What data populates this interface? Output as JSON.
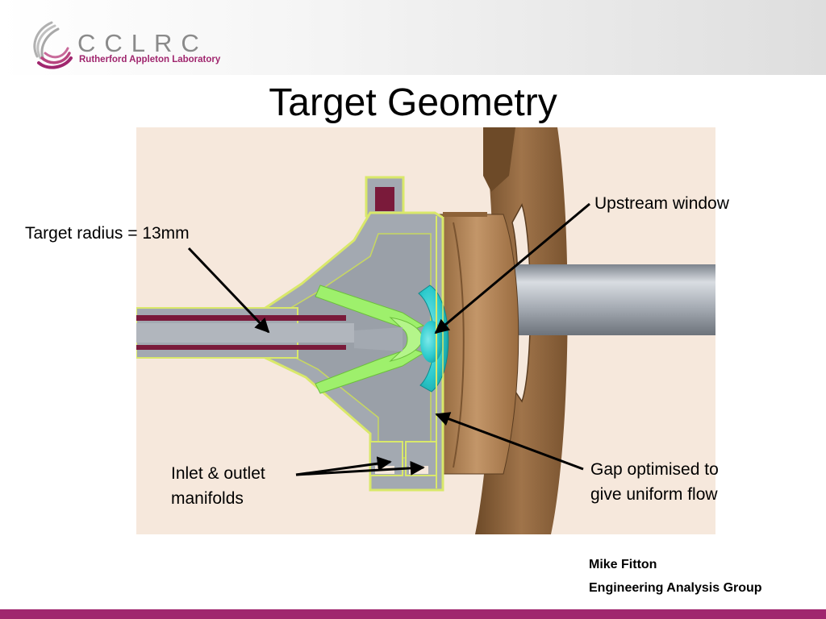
{
  "header": {
    "logo_letters": "CCLRC",
    "logo_subtitle": "Rutherford Appleton Laboratory",
    "colors": {
      "brand_magenta": "#a0266e",
      "logo_grey": "#8a8a8a"
    }
  },
  "slide": {
    "title": "Target Geometry"
  },
  "diagram": {
    "labels": {
      "target_radius": "Target radius = 13mm",
      "upstream_window": "Upstream window",
      "manifolds_line1": "Inlet & outlet",
      "manifolds_line2": "manifolds",
      "gap_line1": "Gap optimised to",
      "gap_line2": "give uniform flow"
    },
    "colors": {
      "background": "#f6e8dc",
      "grey_body": "#a3a9b1",
      "green_channel": "#9ef06c",
      "bronze_flange": "#a7784e",
      "window_cyan": "#3ad0d2",
      "maroon": "#7a1a3a",
      "outline_yellow": "#d9e86a"
    }
  },
  "footer": {
    "author": "Mike Fitton",
    "group": "Engineering Analysis Group"
  }
}
